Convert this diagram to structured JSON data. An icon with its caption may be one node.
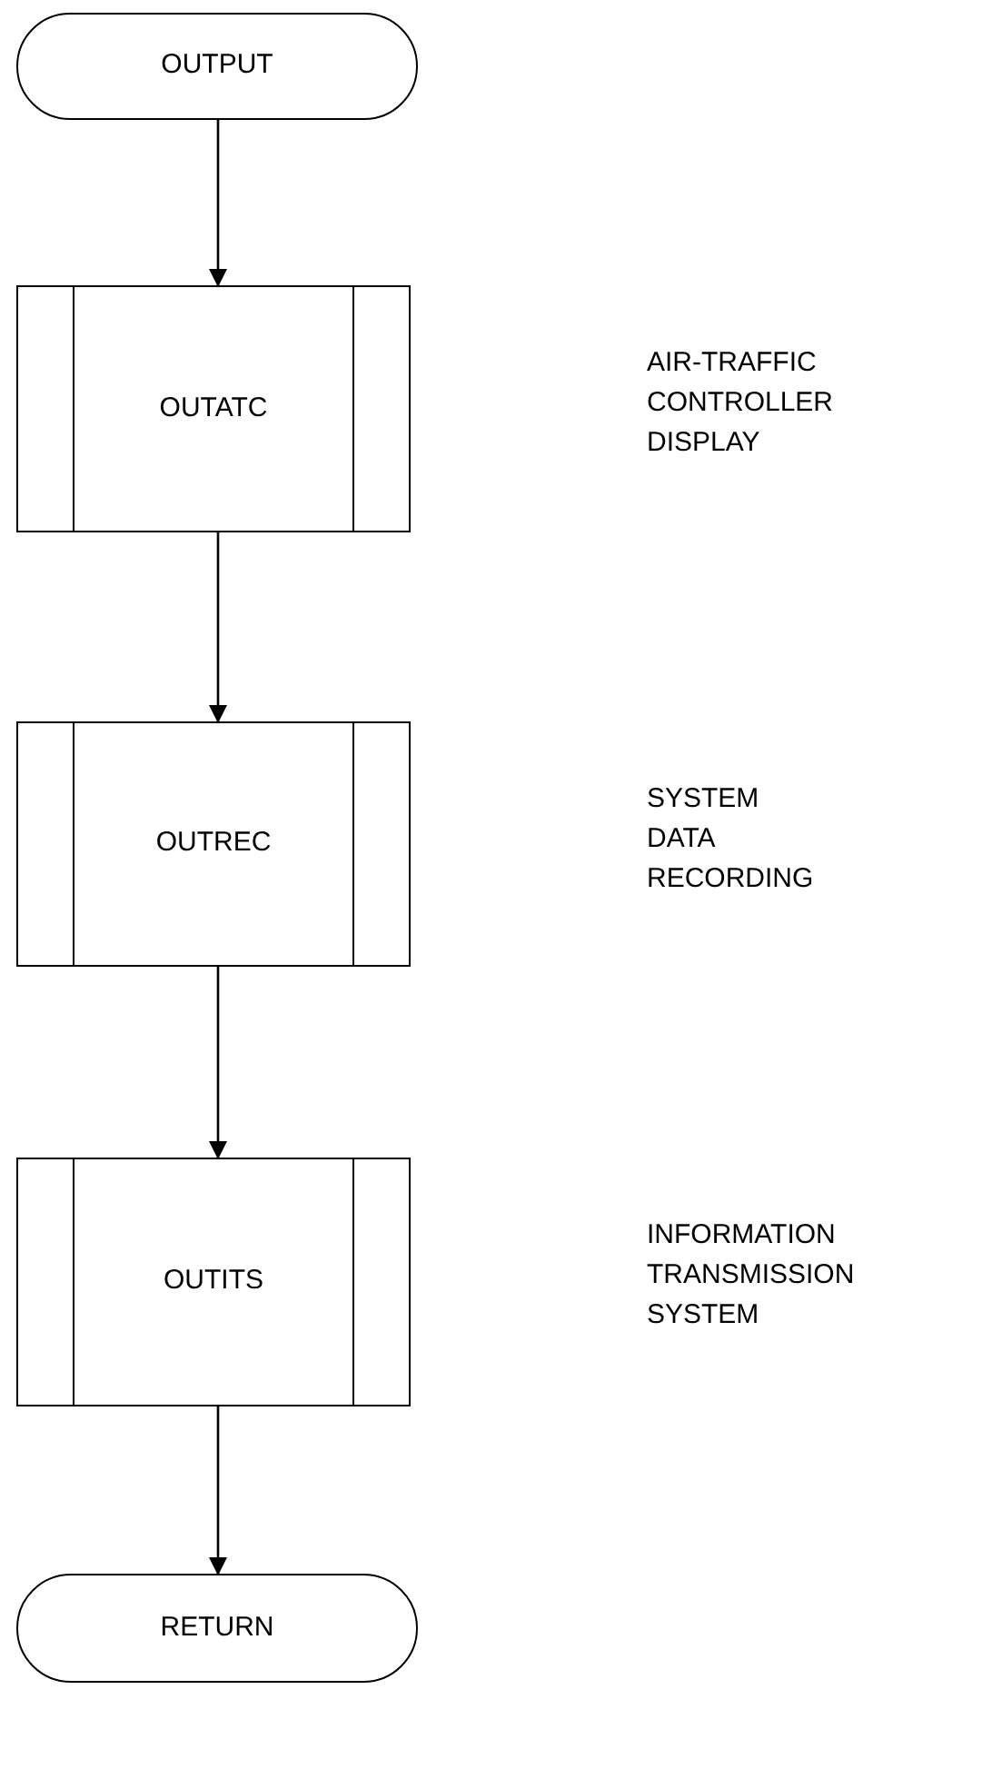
{
  "diagram": {
    "nodes": [
      {
        "text": [
          "OUTPUT"
        ]
      },
      {
        "text": [
          "OUTATC"
        ]
      },
      {
        "text": [
          "OUTREC"
        ]
      },
      {
        "text": [
          "OUTITS"
        ]
      },
      {
        "text": [
          "RETURN"
        ]
      }
    ],
    "edges": [
      {
        "from": 0,
        "to": 1,
        "arrow": "to"
      },
      {
        "from": 1,
        "to": 2,
        "arrow": "to"
      },
      {
        "from": 2,
        "to": 3,
        "arrow": "to"
      },
      {
        "from": 3,
        "to": 4,
        "arrow": "to"
      }
    ],
    "labels": [
      "AIR-TRAFFIC CONTROLLER DISPLAY",
      "SYSTEM DATA RECORDING",
      "INFORMATION TRANSMISSION SYSTEM"
    ]
  }
}
